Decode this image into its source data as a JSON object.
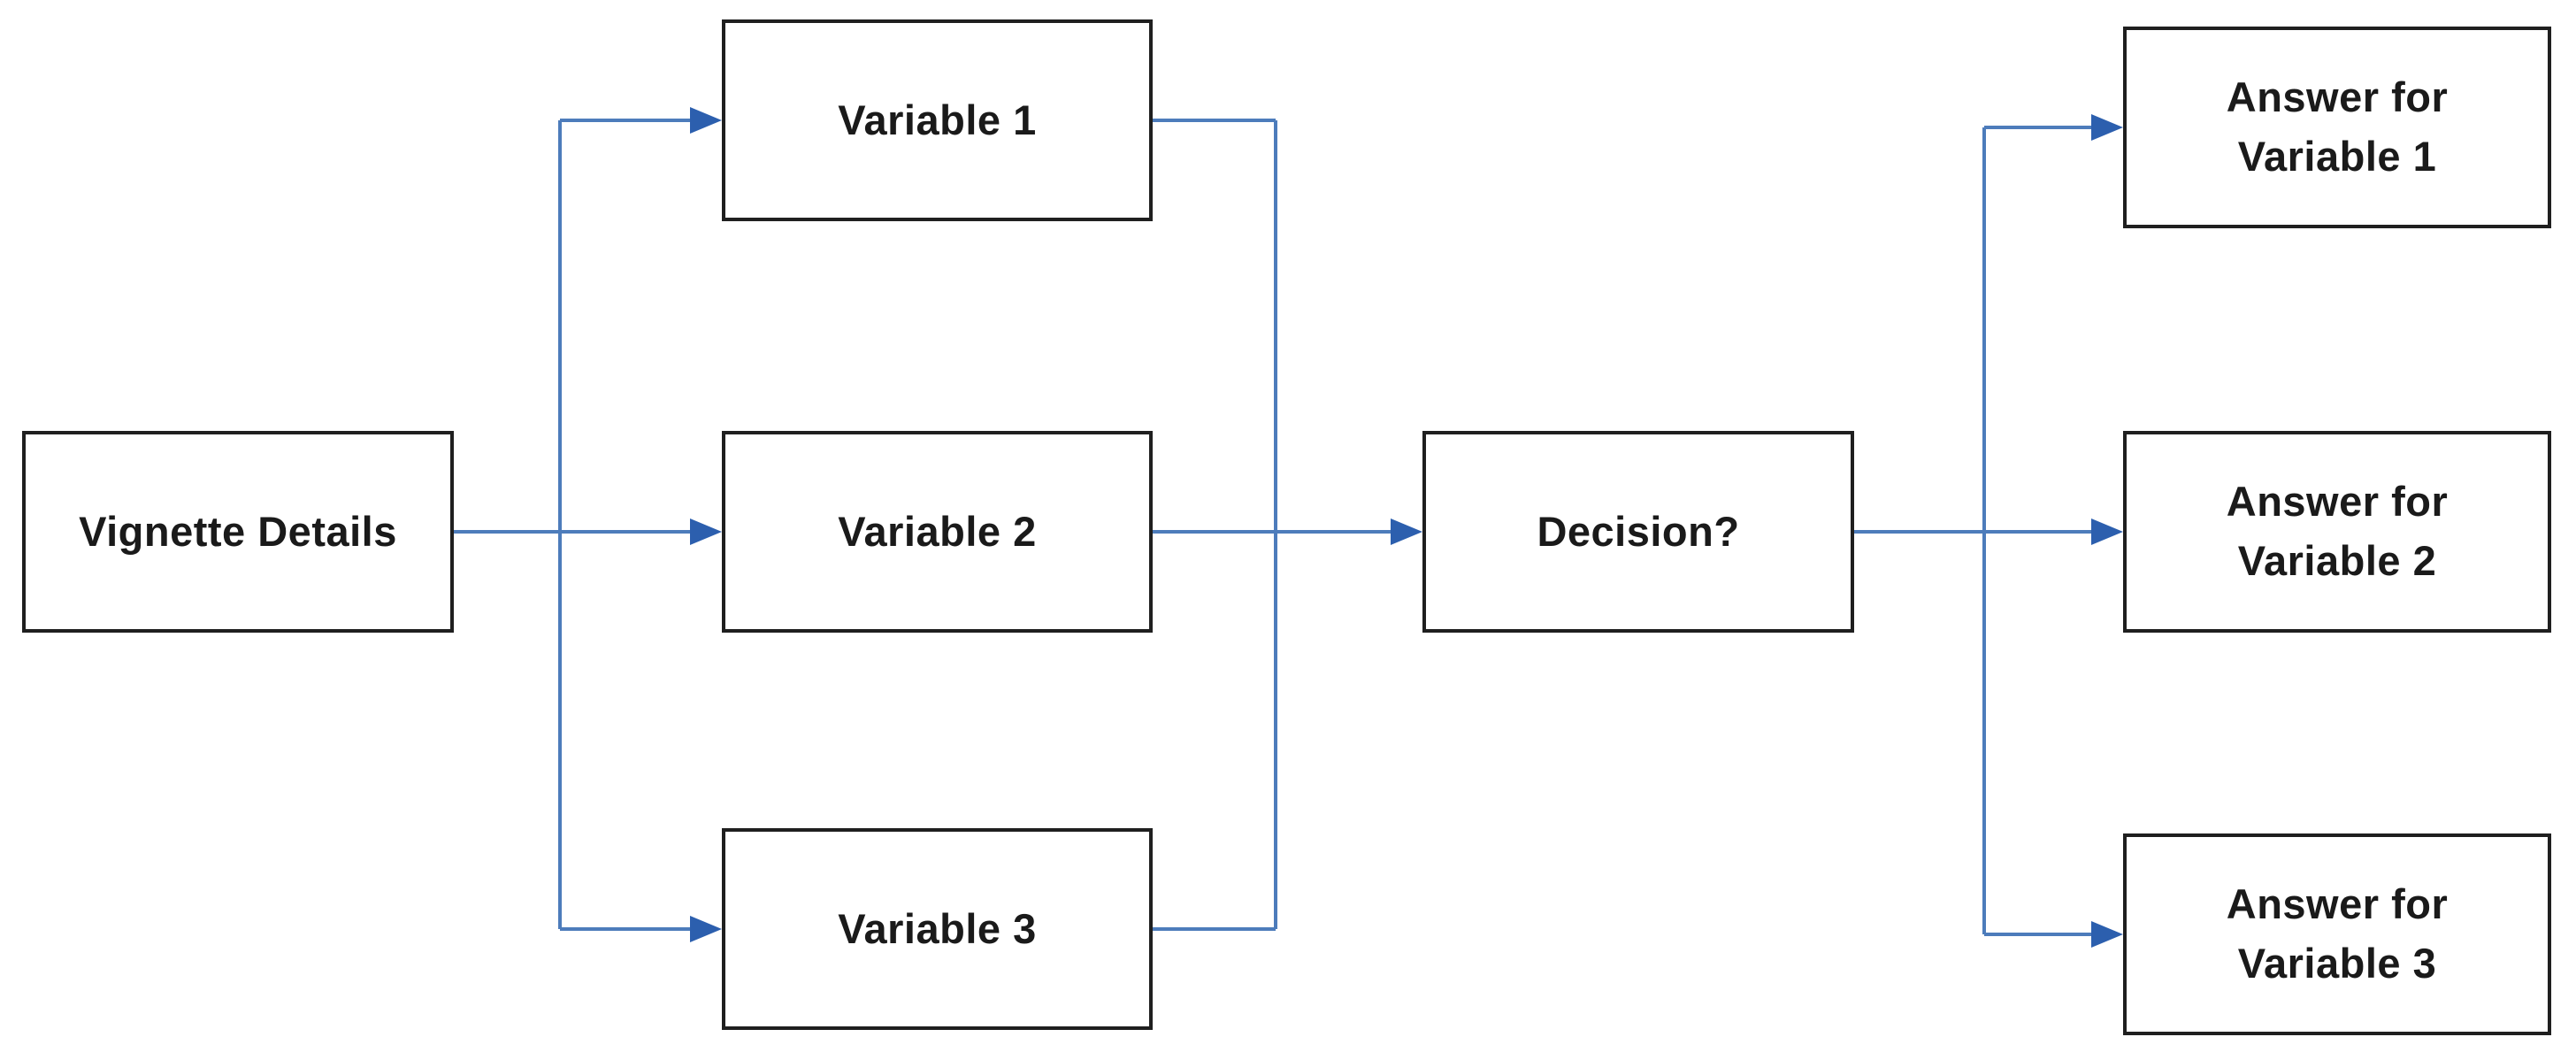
{
  "diagram": {
    "type": "flowchart",
    "direction": "left-to-right",
    "nodes": [
      {
        "id": "vignette-details",
        "label": "Vignette Details"
      },
      {
        "id": "variable-1",
        "label": "Variable 1"
      },
      {
        "id": "variable-2",
        "label": "Variable 2"
      },
      {
        "id": "variable-3",
        "label": "Variable 3"
      },
      {
        "id": "decision",
        "label": "Decision?"
      },
      {
        "id": "answer-variable-1",
        "label": "Answer for\nVariable 1"
      },
      {
        "id": "answer-variable-2",
        "label": "Answer for\nVariable 2"
      },
      {
        "id": "answer-variable-3",
        "label": "Answer for\nVariable 3"
      }
    ],
    "edges": [
      {
        "from": "vignette-details",
        "to": "variable-1"
      },
      {
        "from": "vignette-details",
        "to": "variable-2"
      },
      {
        "from": "vignette-details",
        "to": "variable-3"
      },
      {
        "from": "variable-1",
        "to": "decision"
      },
      {
        "from": "variable-2",
        "to": "decision"
      },
      {
        "from": "variable-3",
        "to": "decision"
      },
      {
        "from": "decision",
        "to": "answer-variable-1"
      },
      {
        "from": "decision",
        "to": "answer-variable-2"
      },
      {
        "from": "decision",
        "to": "answer-variable-3"
      }
    ],
    "colors": {
      "connector": "#4d7cbb",
      "arrowhead": "#2c5fae",
      "node_border": "#1f1f1f",
      "node_fill": "#ffffff",
      "text": "#1a1a1a",
      "background": "#ffffff"
    }
  }
}
